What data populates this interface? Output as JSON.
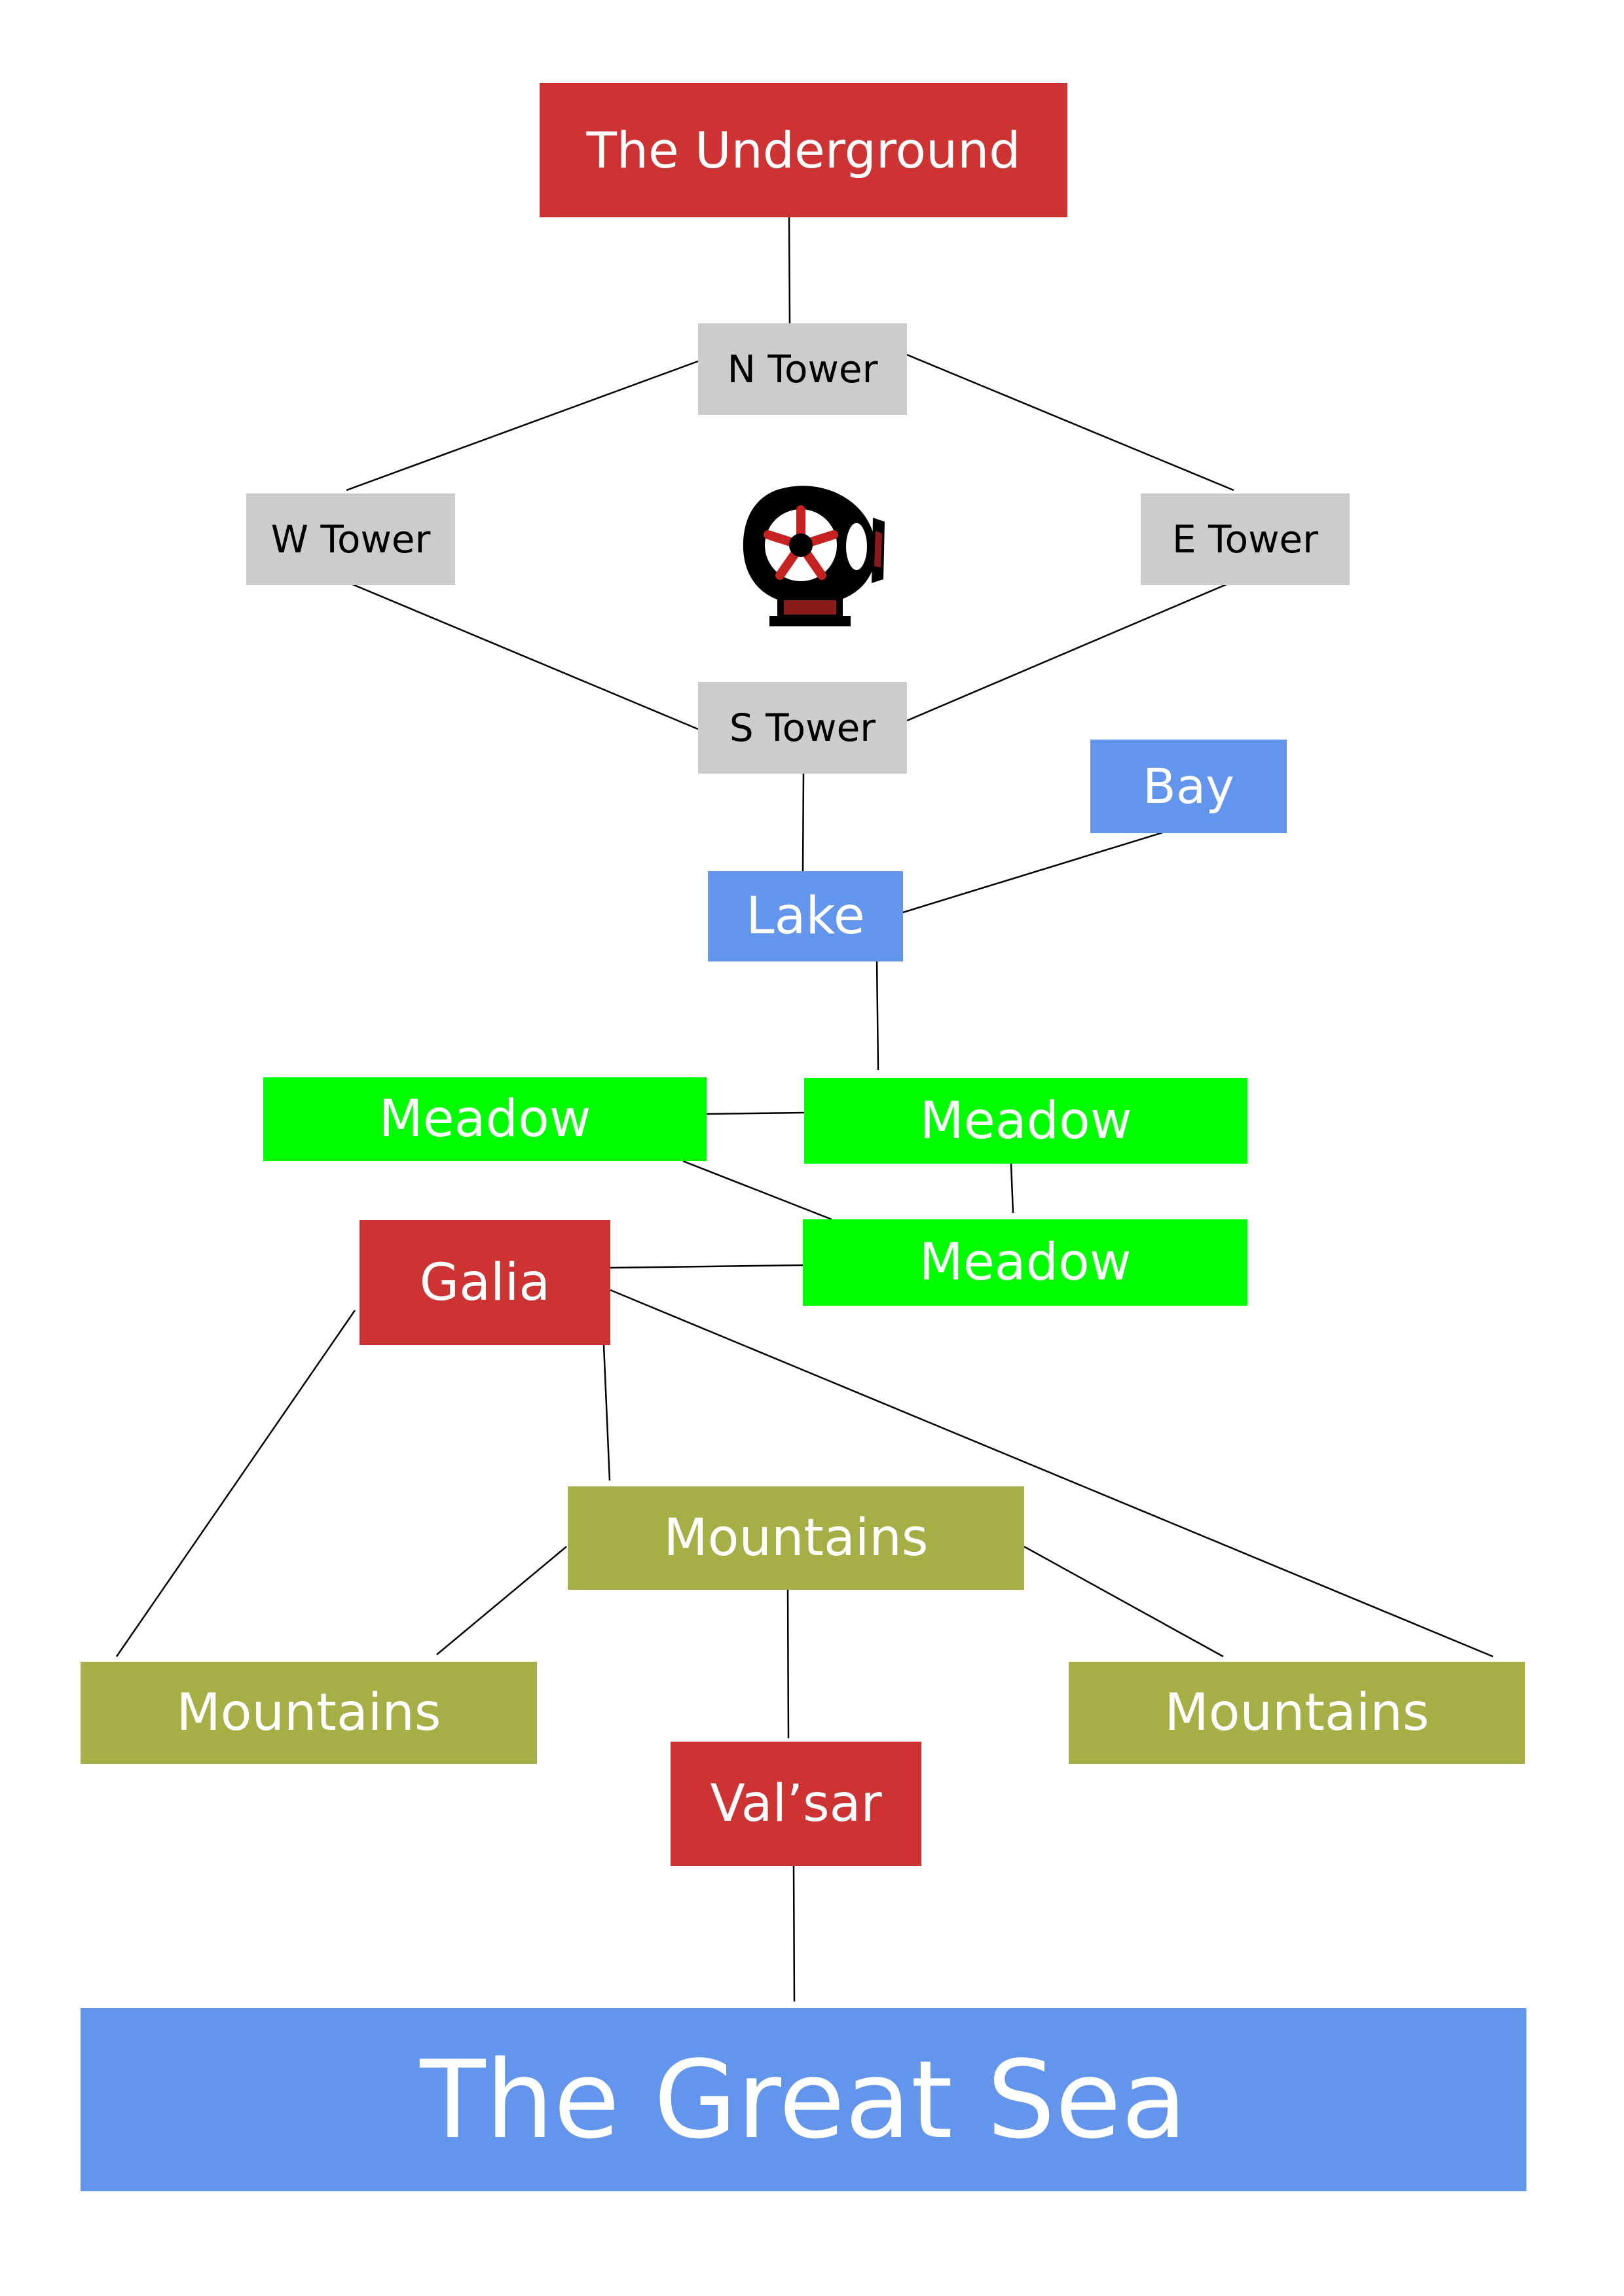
{
  "colors": {
    "red": "#cd3333",
    "gray": "#cccccc",
    "blue": "#6495ed",
    "green": "#00ff00",
    "olive": "#a6ae46",
    "line": "#000000"
  },
  "nodes": {
    "underground": "The Underground",
    "n_tower": "N Tower",
    "w_tower": "W Tower",
    "e_tower": "E Tower",
    "s_tower": "S Tower",
    "bay": "Bay",
    "lake": "Lake",
    "meadow_left": "Meadow",
    "meadow_right": "Meadow",
    "meadow_lower": "Meadow",
    "galia": "Galia",
    "mountains_center": "Mountains",
    "mountains_left": "Mountains",
    "mountains_right": "Mountains",
    "valsar": "Val’sar",
    "great_sea": "The Great Sea"
  },
  "edges": [
    [
      "underground",
      "n_tower"
    ],
    [
      "n_tower",
      "w_tower"
    ],
    [
      "n_tower",
      "e_tower"
    ],
    [
      "w_tower",
      "s_tower"
    ],
    [
      "e_tower",
      "s_tower"
    ],
    [
      "s_tower",
      "lake"
    ],
    [
      "lake",
      "bay"
    ],
    [
      "lake",
      "meadow_right"
    ],
    [
      "meadow_left",
      "meadow_right"
    ],
    [
      "meadow_left",
      "meadow_lower"
    ],
    [
      "meadow_right",
      "meadow_lower"
    ],
    [
      "galia",
      "meadow_lower"
    ],
    [
      "galia",
      "mountains_left"
    ],
    [
      "galia",
      "mountains_center"
    ],
    [
      "galia",
      "mountains_right"
    ],
    [
      "mountains_center",
      "mountains_left"
    ],
    [
      "mountains_center",
      "mountains_right"
    ],
    [
      "mountains_center",
      "valsar"
    ],
    [
      "valsar",
      "great_sea"
    ]
  ],
  "emblem_icon": "cannon-emblem-icon"
}
